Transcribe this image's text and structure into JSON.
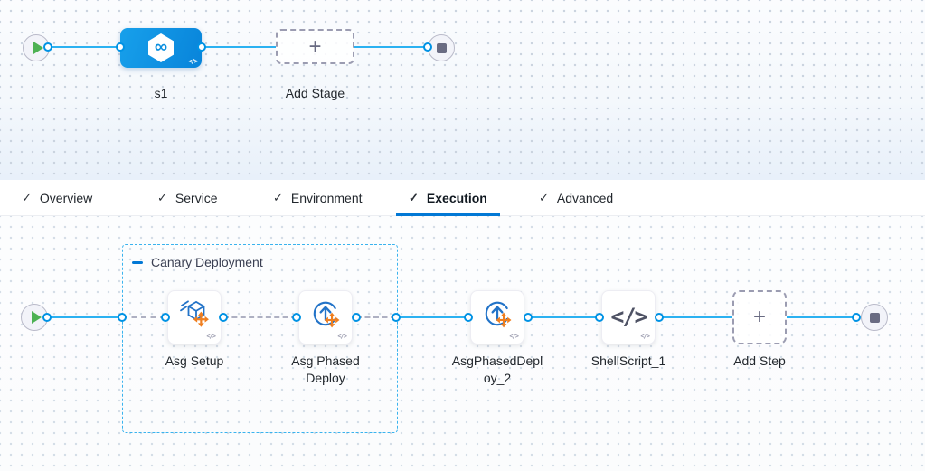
{
  "icons": {
    "play": "▶",
    "stop": "■",
    "plus": "+",
    "check": "✓",
    "collapse": "−",
    "code": "</>",
    "cd_stage": "∞",
    "shell_script": "</>"
  },
  "colors": {
    "connector": "#2bb1f1",
    "port_border": "#0092e4",
    "stage_blue": "#0b8fe0",
    "group_border": "#3ab3ee",
    "active_tab_underline": "#0278d5",
    "orange_accent": "#ef7e1e",
    "icon_blue": "#2273c8"
  },
  "stage_canvas": {
    "stage": {
      "name": "s1"
    },
    "add_stage_label": "Add Stage"
  },
  "tabs": {
    "active": "Execution",
    "items": [
      {
        "label": "Overview"
      },
      {
        "label": "Service"
      },
      {
        "label": "Environment"
      },
      {
        "label": "Execution"
      },
      {
        "label": "Advanced"
      }
    ]
  },
  "execution_canvas": {
    "group": {
      "label": "Canary Deployment"
    },
    "steps": [
      {
        "name": "Asg Setup"
      },
      {
        "name": "Asg Phased Deploy"
      },
      {
        "name": "AsgPhasedDeploy_2"
      },
      {
        "name": "ShellScript_1"
      }
    ],
    "add_step_label": "Add Step"
  }
}
